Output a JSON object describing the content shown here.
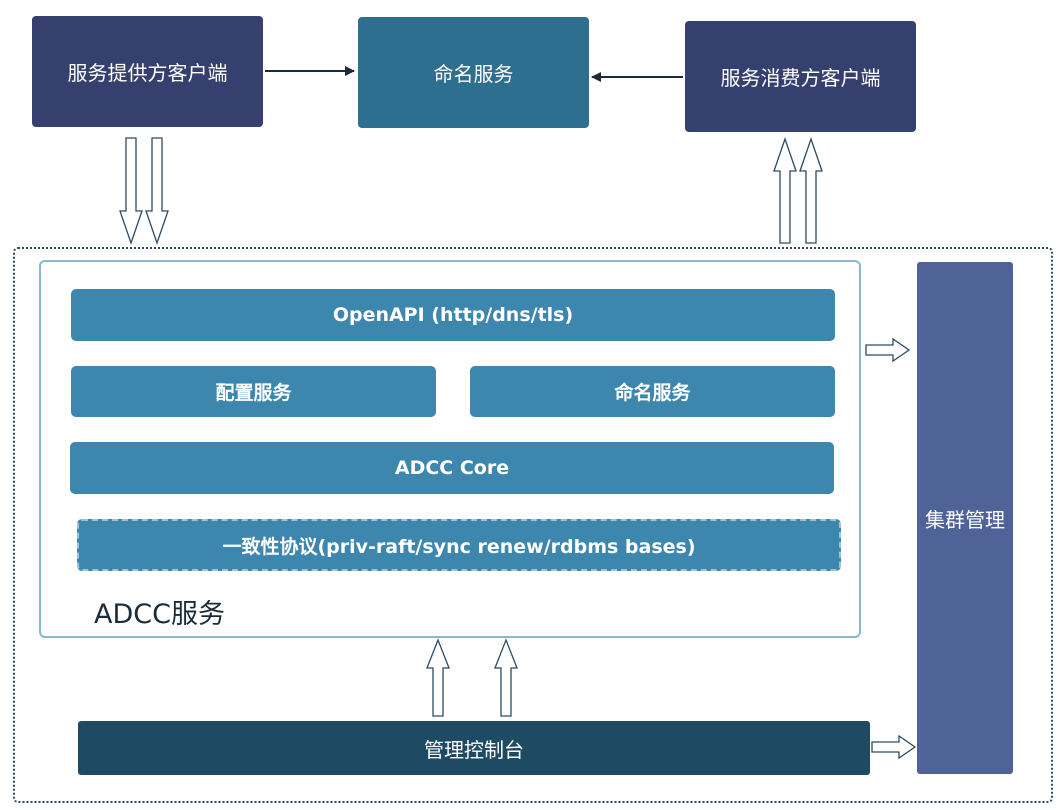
{
  "nodes": {
    "provider_client": "服务提供方客户端",
    "naming_top": "命名服务",
    "consumer_client": "服务消费方客户端",
    "openapi": "OpenAPI (http/dns/tls)",
    "config_service": "配置服务",
    "naming_inner": "命名服务",
    "core": "ADCC Core",
    "consensus": "一致性协议(priv-raft/sync renew/rdbms bases)",
    "adcc_service": "ADCC服务",
    "cluster_mgmt": "集群管理",
    "console": "管理控制台"
  },
  "colors": {
    "client_navy": "#35406e",
    "naming_teal": "#2e6e8e",
    "layer_blue": "#3d86ae",
    "cluster_blue": "#4f6399",
    "console_dark": "#1f4a63"
  }
}
